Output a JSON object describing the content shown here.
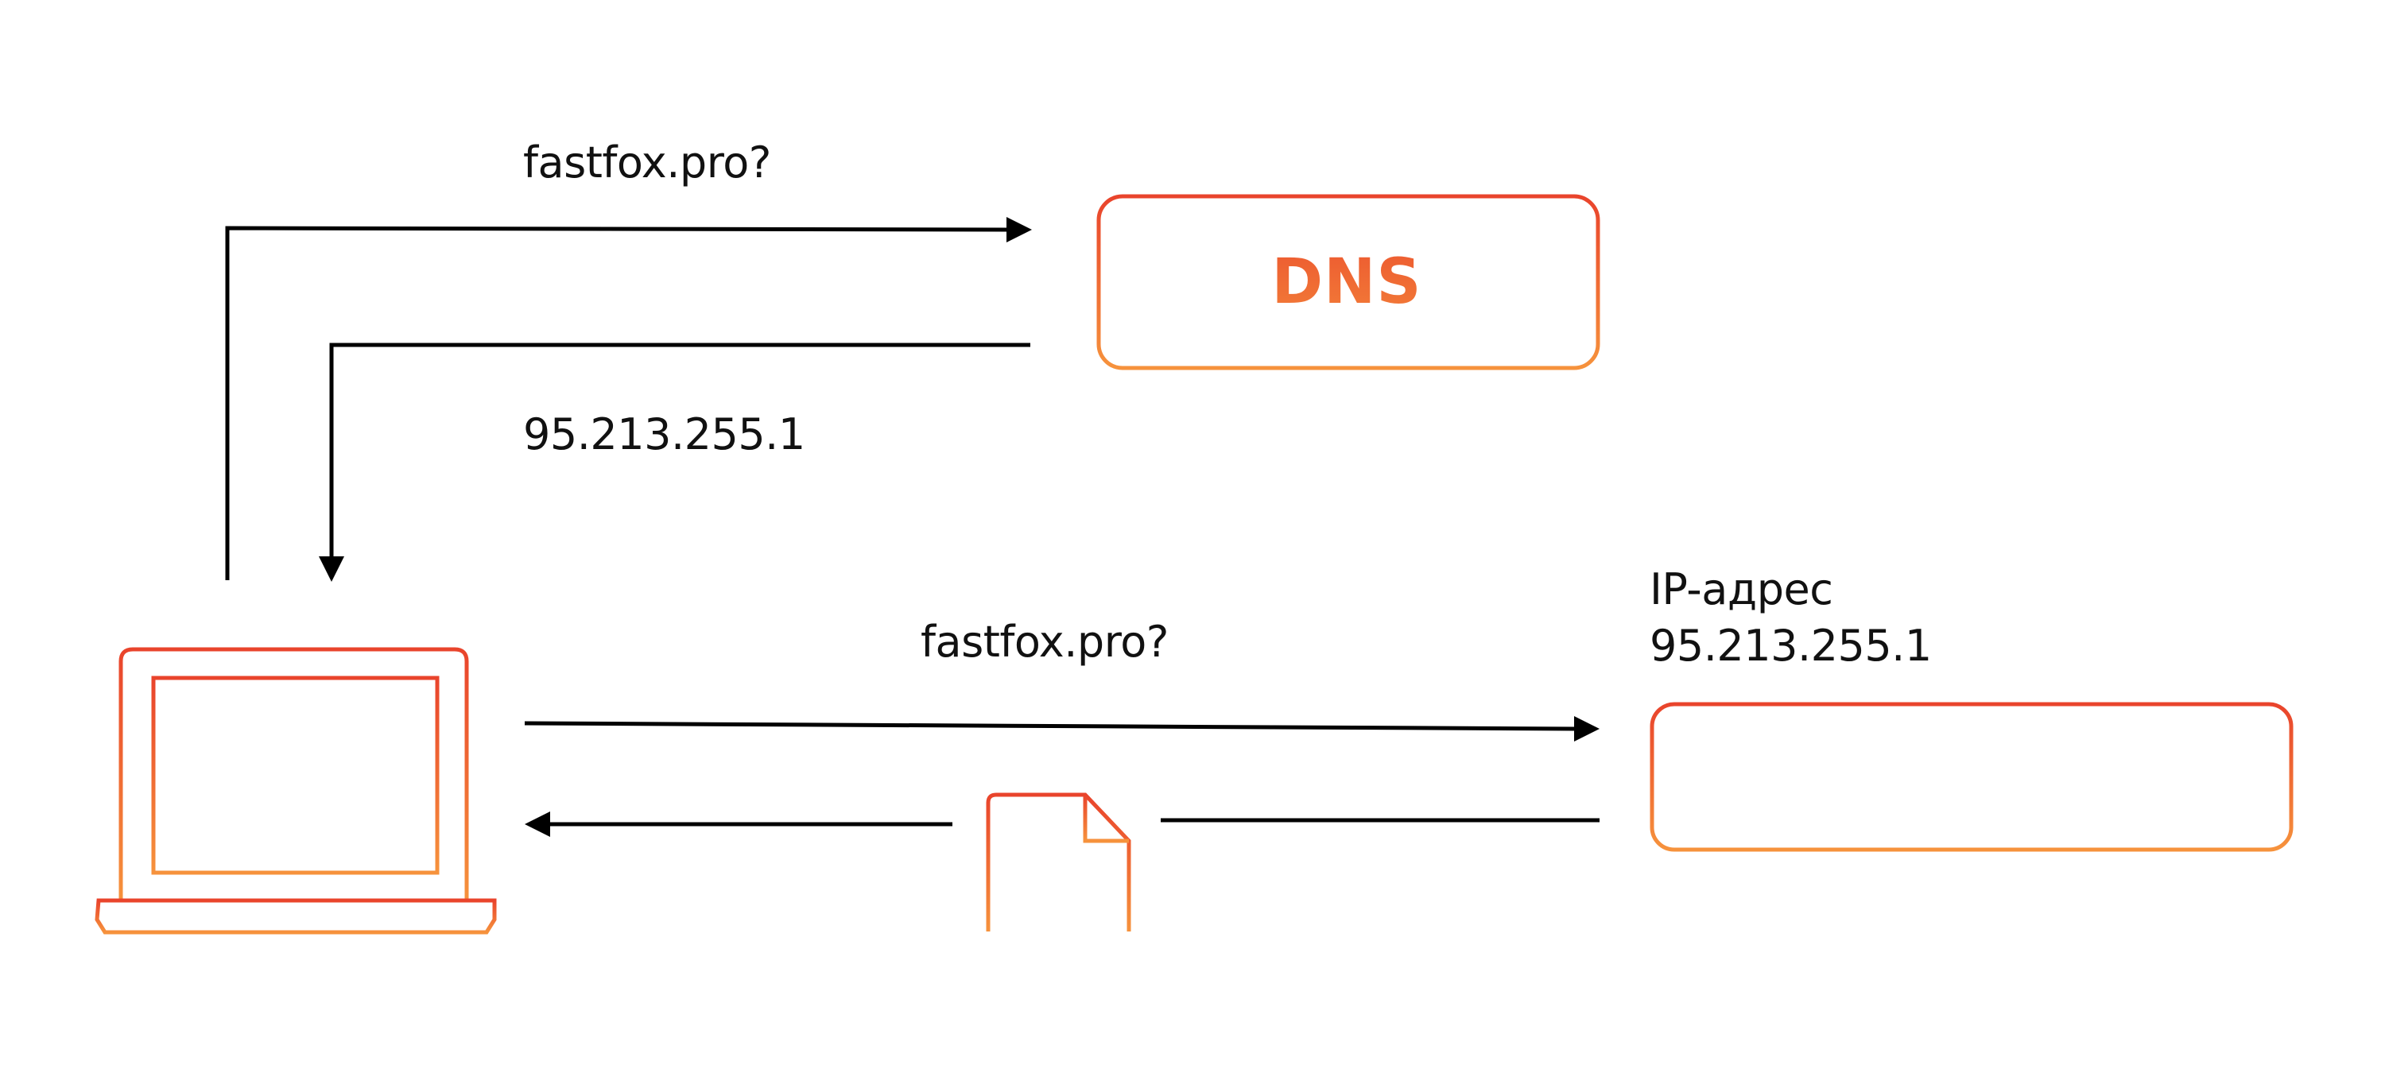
{
  "dns_query": {
    "question": "fastfox.pro?",
    "answer": "95.213.255.1"
  },
  "dns_server": {
    "label": "DNS"
  },
  "http_request": {
    "question": "fastfox.pro?"
  },
  "web_server": {
    "title": "IP-адрес",
    "ip": "95.213.255.1"
  },
  "colors": {
    "gradient_top": "#e9442c",
    "gradient_bottom": "#f6923c",
    "arrows": "#000000",
    "text": "#111111"
  },
  "icons": {
    "client": "laptop-icon",
    "response": "document-icon",
    "server": "server-icon"
  }
}
